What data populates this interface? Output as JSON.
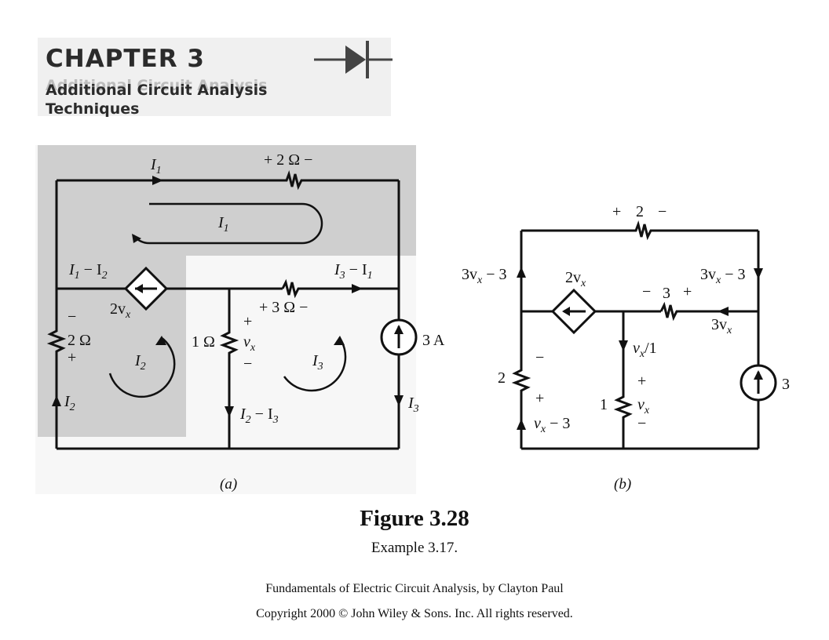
{
  "header": {
    "chapter": "CHAPTER 3",
    "subtitle_line1": "Additional Circuit Analysis",
    "subtitle_line2": "Techniques"
  },
  "figure": {
    "title": "Figure 3.28",
    "caption": "Example 3.17.",
    "panel_a": "(a)",
    "panel_b": "(b)"
  },
  "credits": {
    "book": "Fundamentals of Electric Circuit Analysis, by Clayton Paul",
    "copyright": "Copyright 2000 © John Wiley & Sons. Inc. All rights reserved."
  },
  "circuit_a": {
    "top_current": "I",
    "top_current_sub": "1",
    "r_top": "+ 2 Ω −",
    "loop1": "I",
    "loop1_sub": "1",
    "branch_left_current": "I",
    "branch_left_sub_a": "1",
    "branch_left_minus": " − I",
    "branch_left_sub_b": "2",
    "dep_source": "2v",
    "dep_source_sub": "x",
    "r_mid": "+ 3 Ω −",
    "mid_current": "I",
    "mid_current_sub_a": "3",
    "mid_current_minus": " − I",
    "mid_current_sub_b": "1",
    "r_left": "2 Ω",
    "r_left_minus": "−",
    "r_left_plus": "+",
    "r_1ohm": "1 Ω",
    "vx_plus": "+",
    "vx": "v",
    "vx_sub": "x",
    "vx_minus": "−",
    "loop2": "I",
    "loop2_sub": "2",
    "loop3": "I",
    "loop3_sub": "3",
    "source": "3 A",
    "left_current": "I",
    "left_current_sub": "2",
    "center_current": "I",
    "center_current_sub_a": "2",
    "center_current_minus": " − I",
    "center_current_sub_b": "3",
    "right_current": "I",
    "right_current_sub": "3"
  },
  "circuit_b": {
    "r_top_plus": "+",
    "r_top": "2",
    "r_top_minus": "−",
    "left_top_label": "3v",
    "left_top_sub": "x",
    "left_top_rest": " − 3",
    "dep_source": "2v",
    "dep_source_sub": "x",
    "right_top_label": "3v",
    "right_top_sub": "x",
    "right_top_rest": " − 3",
    "r_mid_minus": "−",
    "r_mid": "3",
    "r_mid_plus": "+",
    "mid_current": "3v",
    "mid_current_sub": "x",
    "vx_over": "v",
    "vx_over_sub": "x",
    "vx_over_rest": "/1",
    "r_left_minus": "−",
    "r_left": "2",
    "r_left_plus": "+",
    "left_bottom": "v",
    "left_bottom_sub": "x",
    "left_bottom_rest": " − 3",
    "r_1": "1",
    "vx_plus": "+",
    "vx": "v",
    "vx_sub": "x",
    "vx_minus": "−",
    "source": "3"
  }
}
